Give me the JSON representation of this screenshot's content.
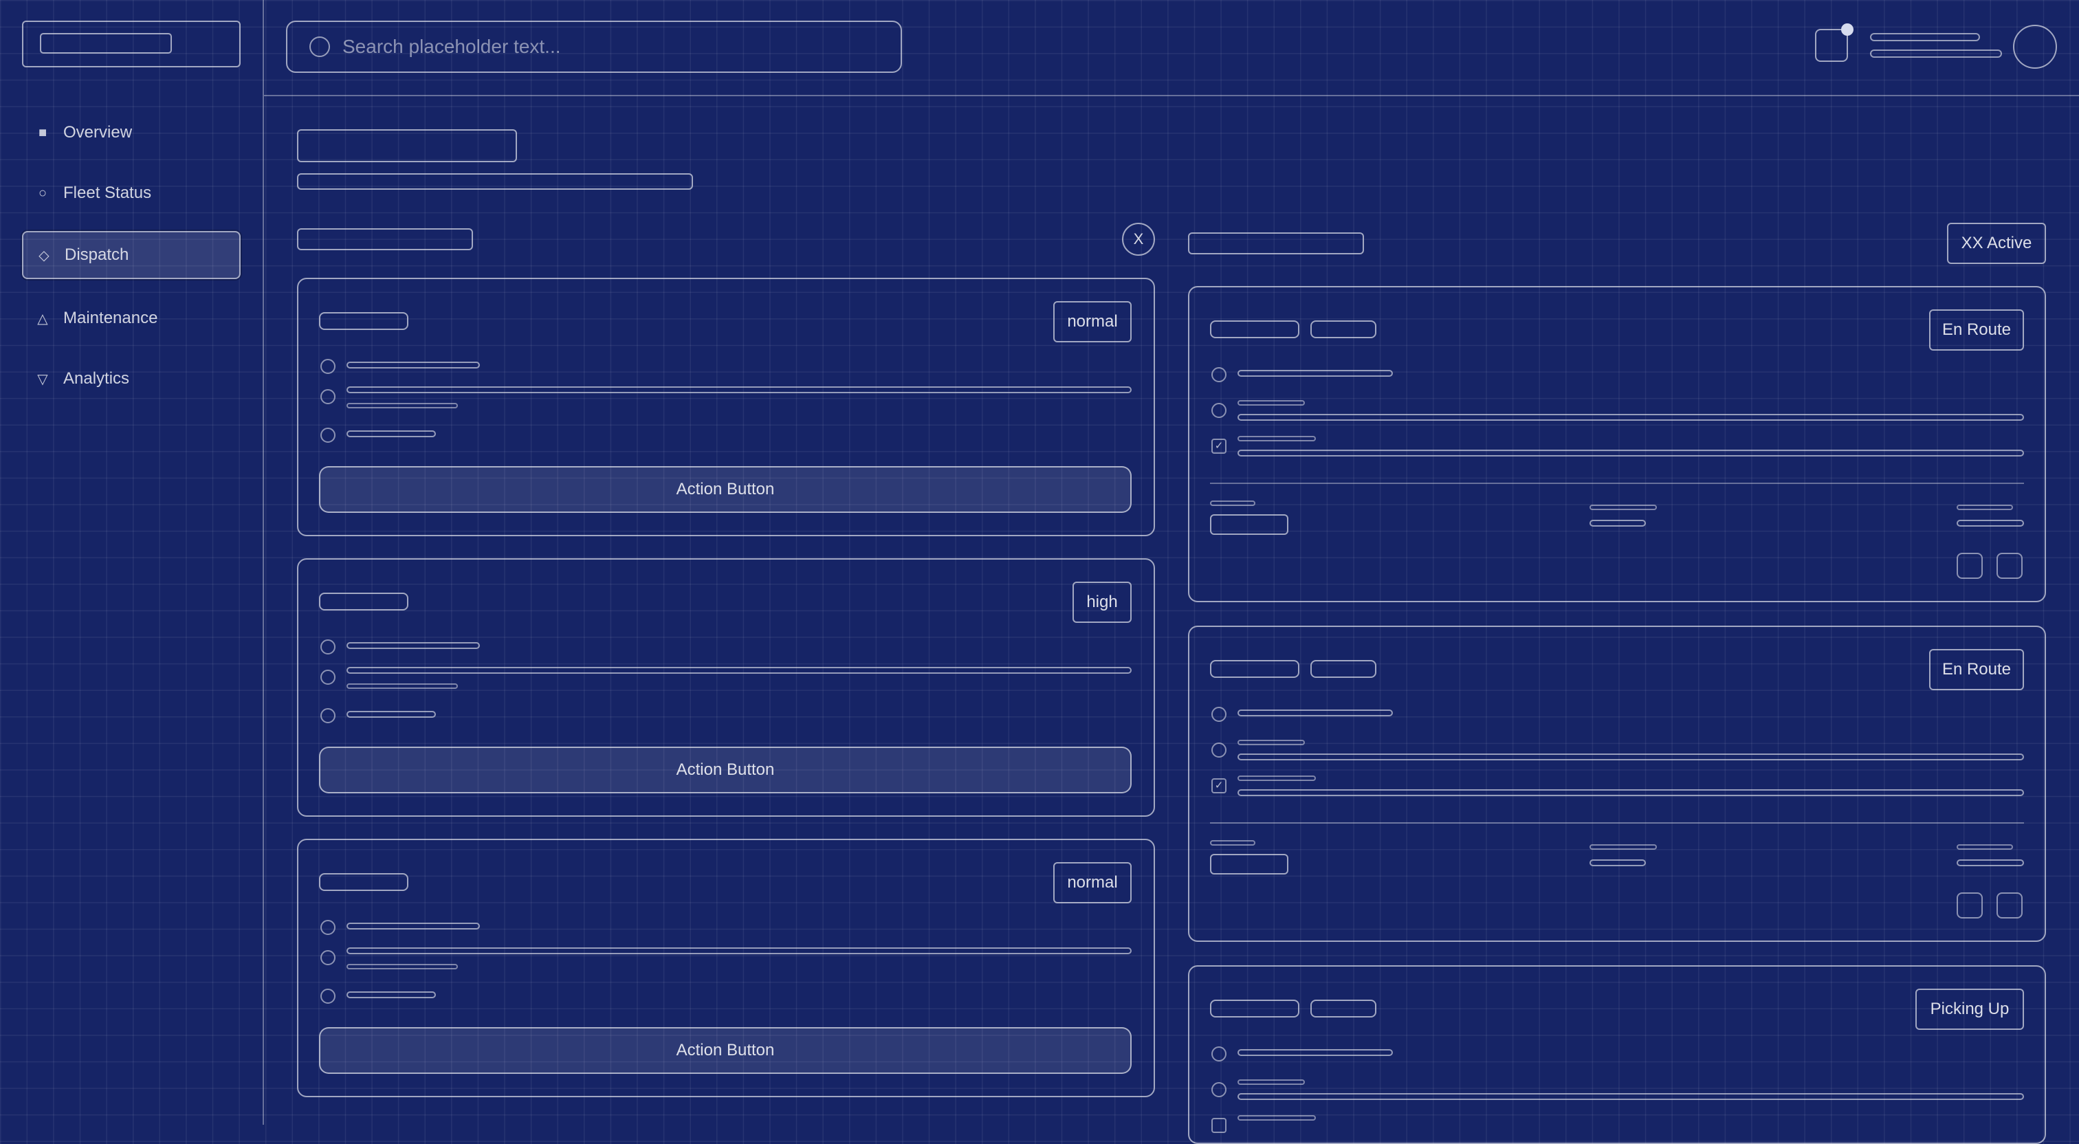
{
  "search": {
    "placeholder": "Search placeholder text..."
  },
  "sidebar": {
    "items": [
      {
        "label": "Overview",
        "icon": "■",
        "icon_name": "square-icon"
      },
      {
        "label": "Fleet Status",
        "icon": "○",
        "icon_name": "circle-icon"
      },
      {
        "label": "Dispatch",
        "icon": "◇",
        "icon_name": "diamond-icon",
        "active": true
      },
      {
        "label": "Maintenance",
        "icon": "△",
        "icon_name": "triangle-up-icon"
      },
      {
        "label": "Analytics",
        "icon": "▽",
        "icon_name": "triangle-down-icon"
      }
    ]
  },
  "requests": {
    "close_label": "X",
    "cards": [
      {
        "priority": "normal",
        "action": "Action Button"
      },
      {
        "priority": "high",
        "action": "Action Button"
      },
      {
        "priority": "normal",
        "action": "Action Button"
      }
    ]
  },
  "active": {
    "badge": "XX Active",
    "cards": [
      {
        "status": "En Route",
        "checkbox_symbol": "✓"
      },
      {
        "status": "En Route",
        "checkbox_symbol": "✓"
      },
      {
        "status": "Picking Up"
      }
    ]
  },
  "colors": {
    "background": "#162466",
    "grid": "rgba(255,255,255,0.07)",
    "stroke": "rgba(255,255,255,0.6)"
  }
}
